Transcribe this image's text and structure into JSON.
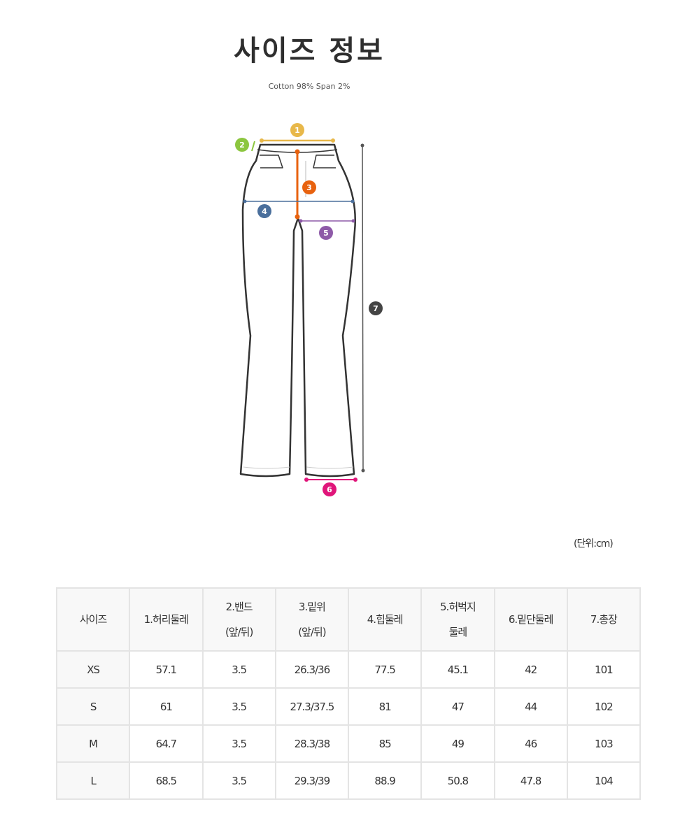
{
  "title": "사이즈 정보",
  "material": "Cotton 98% Span 2%",
  "diagram": {
    "markers": [
      {
        "label": "1",
        "color": "#e8b84a"
      },
      {
        "label": "2",
        "color": "#8cc63f"
      },
      {
        "label": "3",
        "color": "#e8620f"
      },
      {
        "label": "4",
        "color": "#4a6f9c"
      },
      {
        "label": "5",
        "color": "#8e5aa8"
      },
      {
        "label": "6",
        "color": "#e0157a"
      },
      {
        "label": "7",
        "color": "#444444"
      }
    ]
  },
  "unit_label": "(단위:cm)",
  "table": {
    "headers": [
      [
        "사이즈"
      ],
      [
        "1.허리둘레"
      ],
      [
        "2.밴드",
        "(앞/뒤)"
      ],
      [
        "3.밑위",
        "(앞/뒤)"
      ],
      [
        "4.힙둘레"
      ],
      [
        "5.허벅지",
        "둘레"
      ],
      [
        "6.밑단둘레"
      ],
      [
        "7.총장"
      ]
    ],
    "rows": [
      [
        "XS",
        "57.1",
        "3.5",
        "26.3/36",
        "77.5",
        "45.1",
        "42",
        "101"
      ],
      [
        "S",
        "61",
        "3.5",
        "27.3/37.5",
        "81",
        "47",
        "44",
        "102"
      ],
      [
        "M",
        "64.7",
        "3.5",
        "28.3/38",
        "85",
        "49",
        "46",
        "103"
      ],
      [
        "L",
        "68.5",
        "3.5",
        "29.3/39",
        "88.9",
        "50.8",
        "47.8",
        "104"
      ]
    ]
  }
}
